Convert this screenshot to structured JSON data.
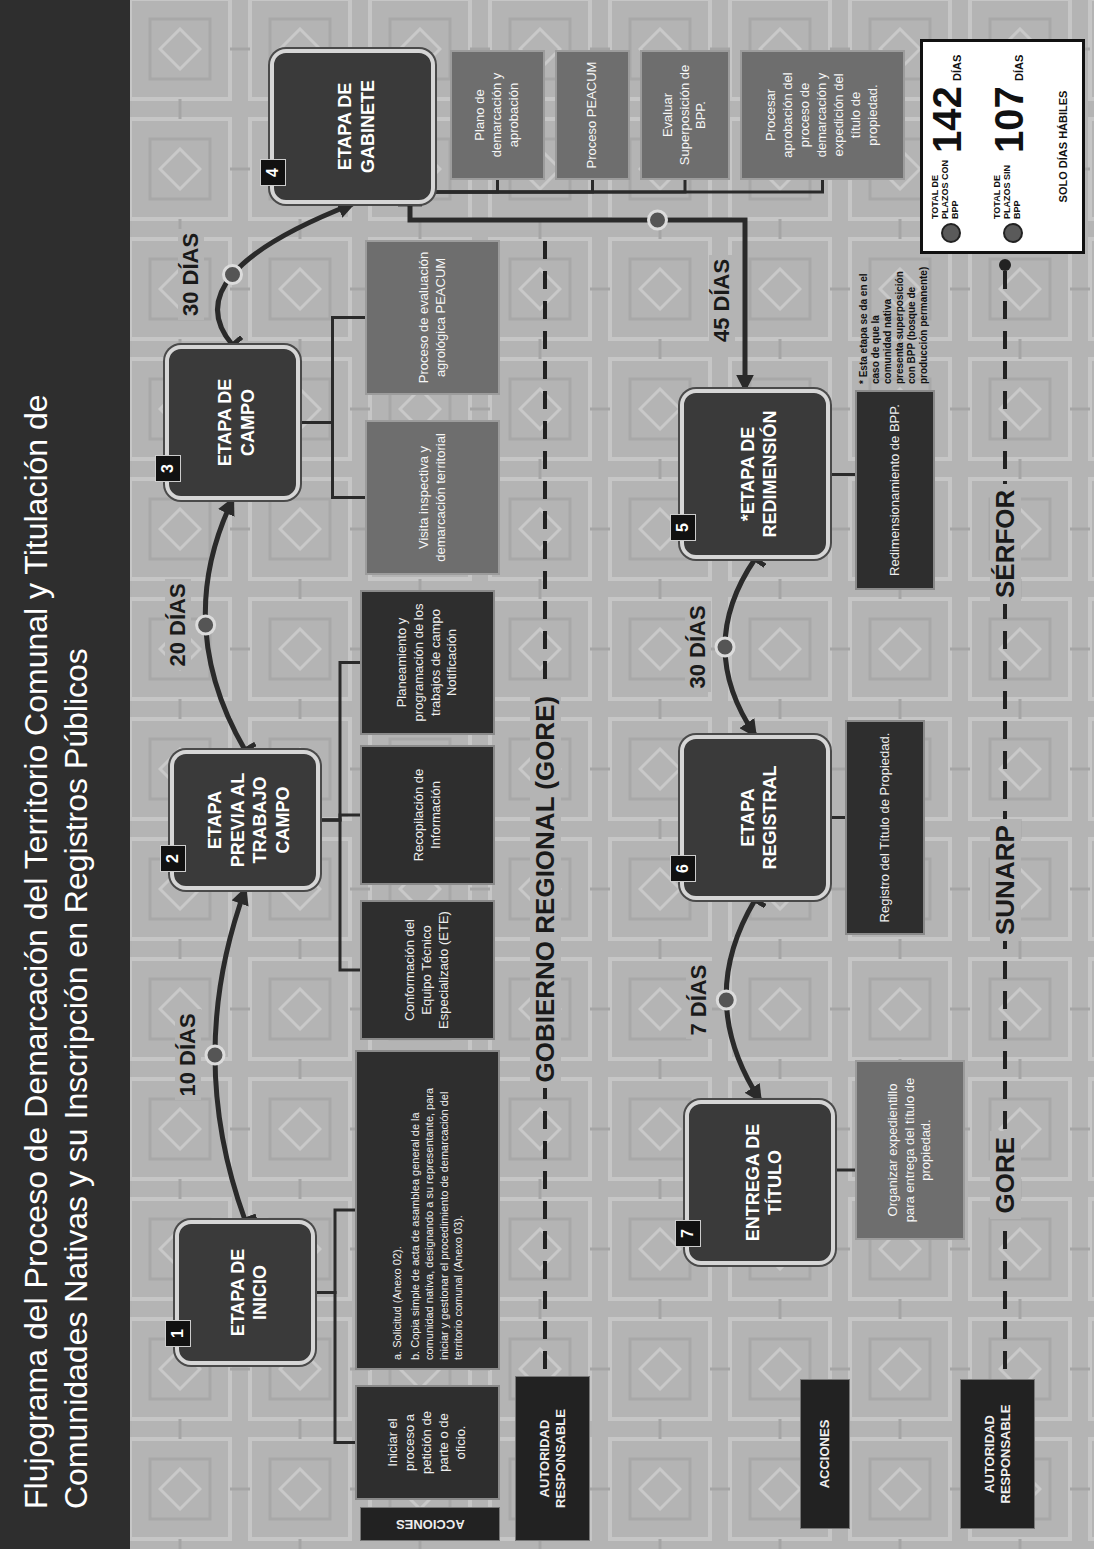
{
  "diagram": {
    "title": "Flujograma del Proceso de Demarcación del Territorio Comunal y Titulación de Comunidades Nativas y su Inscripción en Registros Públicos",
    "nodes": [
      {
        "text": [
          "1",
          "ETAPA DE INICIO"
        ]
      },
      {
        "text": [
          "Iniciar el proceso a petición de parte o de oficio."
        ]
      },
      {
        "text": [
          "a. Solicitud (Anexo 02).",
          "b. Copia simple de acta de asamblea general de la comunidad nativa, designando a su representante, para iniciar y gestionar el procedimiento de demarcación del territorio comunal (Anexo 03)."
        ]
      },
      {
        "text": [
          "2",
          "ETAPA PREVIA AL TRABAJO CAMPO"
        ]
      },
      {
        "text": [
          "Conformación del Equipo Técnico Especializado (ETE)"
        ]
      },
      {
        "text": [
          "Recopilación de Información"
        ]
      },
      {
        "text": [
          "Planeamiento y programación de los trabajos de campo Notificación"
        ]
      },
      {
        "text": [
          "3",
          "ETAPA DE CAMPO"
        ]
      },
      {
        "text": [
          "Visita inspectiva y demarcación territorial"
        ]
      },
      {
        "text": [
          "Proceso de evaluación agrológica PEACUM"
        ]
      },
      {
        "text": [
          "4",
          "ETAPA DE GABINETE"
        ]
      },
      {
        "text": [
          "Plano de demarcación y aprobación"
        ]
      },
      {
        "text": [
          "Proceso PEACUM"
        ]
      },
      {
        "text": [
          "Evaluar Superposición de BPP."
        ]
      },
      {
        "text": [
          "Procesar aprobación del proceso de demarcación y expedición del título de propiedad."
        ]
      },
      {
        "text": [
          "5",
          "*ETAPA DE REDIMENSIÓN"
        ]
      },
      {
        "text": [
          "Redimensionamiento de BPP."
        ]
      },
      {
        "text": [
          "6",
          "ETAPA REGISTRAL"
        ]
      },
      {
        "text": [
          "Registro del Título de Propiedad."
        ]
      },
      {
        "text": [
          "7",
          "ENTREGA DE TÍTULO"
        ]
      },
      {
        "text": [
          "Organizar expedientillo para entrega del título de propiedad."
        ]
      },
      {
        "text": [
          "ACCIONES"
        ]
      },
      {
        "text": [
          "AUTORIDAD RESPONSABLE"
        ]
      },
      {
        "text": [
          "ACCIONES"
        ]
      },
      {
        "text": [
          "AUTORIDAD RESPONSABLE"
        ]
      }
    ],
    "edges": [
      {
        "from": 0,
        "to": 3,
        "label": "10 DÍAS",
        "arrow": "to"
      },
      {
        "from": 3,
        "to": 7,
        "label": "20 DÍAS",
        "arrow": "to"
      },
      {
        "from": 7,
        "to": 10,
        "label": "30 DÍAS",
        "arrow": "to"
      },
      {
        "from": 10,
        "to": 15,
        "label": "45 DÍAS",
        "arrow": "to"
      },
      {
        "from": 15,
        "to": 17,
        "label": "30 DÍAS",
        "arrow": "to"
      },
      {
        "from": 17,
        "to": 19,
        "label": "7 DÍAS",
        "arrow": "to"
      },
      {
        "from": 0,
        "to": 1,
        "arrow": "none"
      },
      {
        "from": 0,
        "to": 2,
        "arrow": "none"
      },
      {
        "from": 3,
        "to": 4,
        "arrow": "none"
      },
      {
        "from": 3,
        "to": 5,
        "arrow": "none"
      },
      {
        "from": 3,
        "to": 6,
        "arrow": "none"
      },
      {
        "from": 7,
        "to": 8,
        "arrow": "none"
      },
      {
        "from": 7,
        "to": 9,
        "arrow": "none"
      },
      {
        "from": 10,
        "to": 11,
        "arrow": "none"
      },
      {
        "from": 10,
        "to": 12,
        "arrow": "none"
      },
      {
        "from": 10,
        "to": 13,
        "arrow": "none"
      },
      {
        "from": 10,
        "to": 14,
        "arrow": "none"
      },
      {
        "from": 15,
        "to": 16,
        "arrow": "none"
      },
      {
        "from": 17,
        "to": 18,
        "arrow": "none"
      },
      {
        "from": 19,
        "to": 20,
        "arrow": "none"
      }
    ],
    "labels": [
      "GOBIERNO REGIONAL (GORE)",
      "GORE",
      "SUNARP",
      "SÉRFOR",
      "* Esta etapa se da en el caso de que la comunidad nativa presenta superposición con BPP (bosque de producción permanente)",
      "142",
      "DÍAS",
      "107",
      "DÍAS",
      "SOLO DÍAS HÁBILES"
    ],
    "legend": [
      {
        "text": "TOTAL DE PLAZOS CON BPP",
        "color": "#5a5a5a"
      },
      {
        "text": "TOTAL DE PLAZOS SIN BPP",
        "color": "#5a5a5a"
      }
    ]
  }
}
